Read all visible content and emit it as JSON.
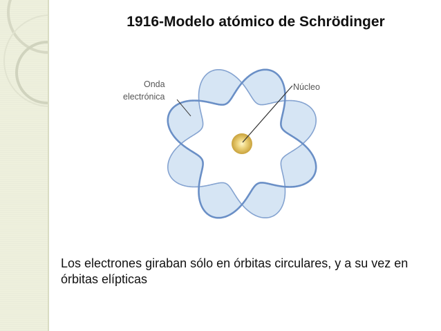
{
  "slide": {
    "title": "1916-Modelo atómico de Schrödinger",
    "caption": "Los electrones giraban sólo en órbitas circulares, y a su vez en órbitas elípticas"
  },
  "diagram": {
    "label_wave_line1": "Onda",
    "label_wave_line2": "electrónica",
    "label_nucleus": "Núcleo",
    "colors": {
      "wave_fill": "#cfe0f2",
      "wave_stroke": "#6a8fc6",
      "nucleus": "#d9b54a",
      "nucleus_center": "#fff6c8"
    }
  }
}
